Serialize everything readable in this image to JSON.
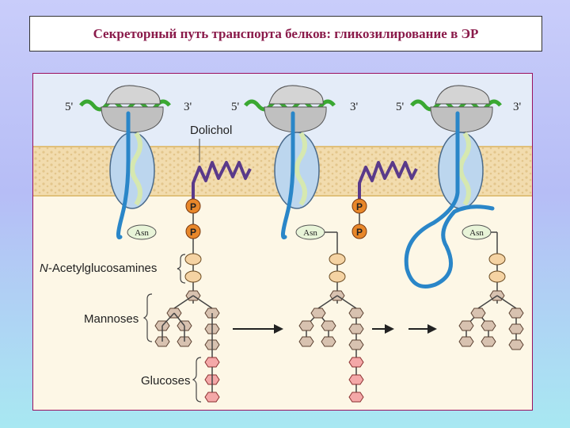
{
  "title": "Секреторный путь транспорта белков: гликозилирование в ЭР",
  "labels": {
    "five_prime": "5'",
    "three_prime": "3'",
    "dolichol": "Dolichol",
    "phosphate": "P",
    "asn": "Asn",
    "n_acetyl_prefix": "N",
    "n_acetyl_rest": "-Acetylglucosamines",
    "mannoses": "Mannoses",
    "glucoses": "Glucoses"
  },
  "colors": {
    "title_text": "#8a1a4a",
    "mrna": "#3aa832",
    "ribosome": "#c7c7c7",
    "translocon": "#bcd6ee",
    "peptide": "#2a86c8",
    "dolichol": "#5a3a8a",
    "phosphate": "#e8872a",
    "nag": "#f5d3a3",
    "mannose": "#d8c2b0",
    "glucose": "#f4a8a8",
    "membrane": "#f2dcae"
  }
}
